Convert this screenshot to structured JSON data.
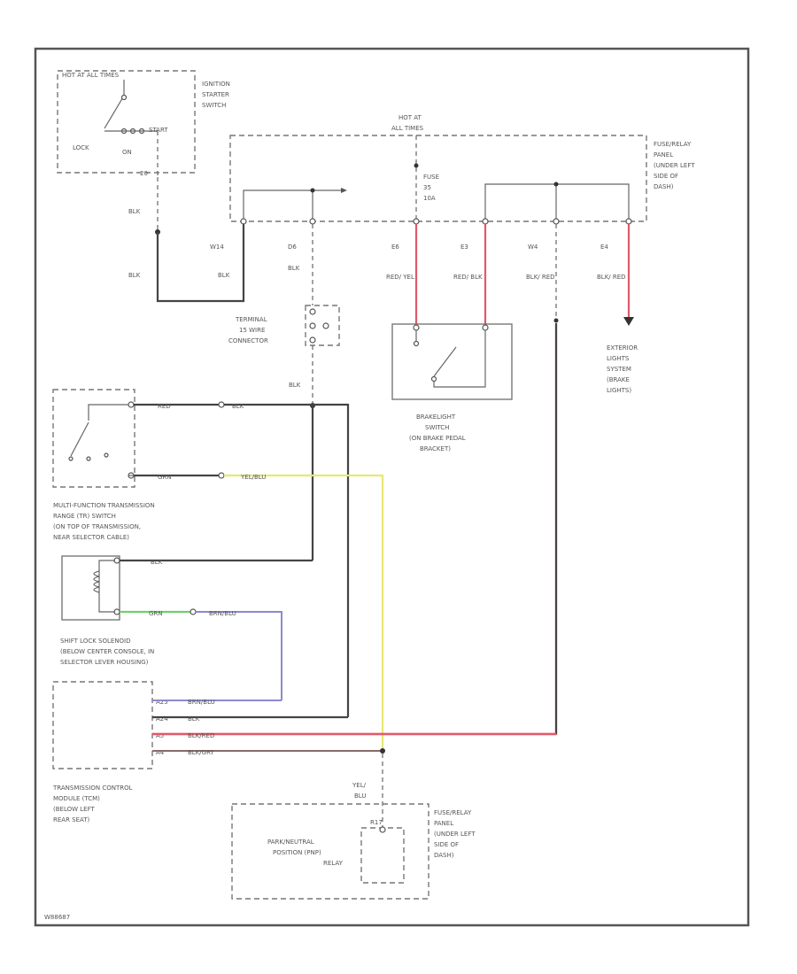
{
  "diagram_id": "W88687",
  "ignition": {
    "hot_label": "HOT AT ALL TIMES",
    "title": [
      "IGNITION",
      "STARTER",
      "SWITCH"
    ],
    "lock": "LOCK",
    "on": "ON",
    "start": "START",
    "pin": "20",
    "wire1": "BLK",
    "wire2": "BLK",
    "wire3": "BLK"
  },
  "fuse_panel_top": {
    "hot_label": [
      "HOT AT",
      "ALL TIMES"
    ],
    "title": [
      "FUSE/RELAY",
      "PANEL",
      "(UNDER LEFT",
      "SIDE OF",
      "DASH)"
    ],
    "fuse": [
      "FUSE",
      "35",
      "10A"
    ],
    "pins": [
      "W14",
      "D6",
      "E6",
      "E3",
      "W4",
      "E4"
    ],
    "wires": [
      "BLK",
      "RED/ YEL",
      "RED/ BLK",
      "BLK/ RED",
      "BLK/ RED"
    ]
  },
  "terminal": {
    "title": [
      "TERMINAL",
      "15 WIRE",
      "CONNECTOR"
    ],
    "wire_below": "BLK"
  },
  "brake_switch": {
    "title": [
      "BRAKELIGHT",
      "SWITCH",
      "(ON BRAKE PEDAL",
      "BRACKET)"
    ]
  },
  "exterior": {
    "title": [
      "EXTERIOR",
      "LIGHTS",
      "SYSTEM",
      "(BRAKE",
      "LIGHTS)"
    ]
  },
  "mfr_switch": {
    "title": [
      "MULTI-FUNCTION TRANSMISSION",
      "RANGE (TR) SWITCH",
      "(ON TOP OF TRANSMISSION,",
      "NEAR SELECTOR CABLE)"
    ],
    "wire_top_a": "RED",
    "wire_top_b": "BLK",
    "wire_bot_a": "GRN",
    "wire_bot_b": "YEL/BLU"
  },
  "shift_lock": {
    "title": [
      "SHIFT LOCK SOLENOID",
      "(BELOW CENTER CONSOLE, IN",
      "SELECTOR LEVER HOUSING)"
    ],
    "wire_top": "BLK",
    "wire_bot_a": "GRN",
    "wire_bot_b": "BRN/BLU"
  },
  "tcm": {
    "title": [
      "TRANSMISSION CONTROL",
      "MODULE (TCM)",
      "(BELOW LEFT",
      "REAR SEAT)"
    ],
    "pins": [
      "A25",
      "A24",
      "A5",
      "A4"
    ],
    "wires": [
      "BRN/BLU",
      "BLK",
      "BLK/RED",
      "BLK/GRY"
    ]
  },
  "pnp": {
    "wire": [
      "YEL/",
      "BLU"
    ],
    "pin": "R17",
    "title": [
      "PARK/NEUTRAL",
      "POSITION (PNP)",
      "RELAY"
    ],
    "panel": [
      "FUSE/RELAY",
      "PANEL",
      "(UNDER LEFT",
      "SIDE OF",
      "DASH)"
    ]
  },
  "colors": {
    "red": "#e05a6a",
    "yellow": "#e8e870",
    "green": "#6fd06f",
    "blue": "#8a8ad0",
    "line": "#444444"
  }
}
